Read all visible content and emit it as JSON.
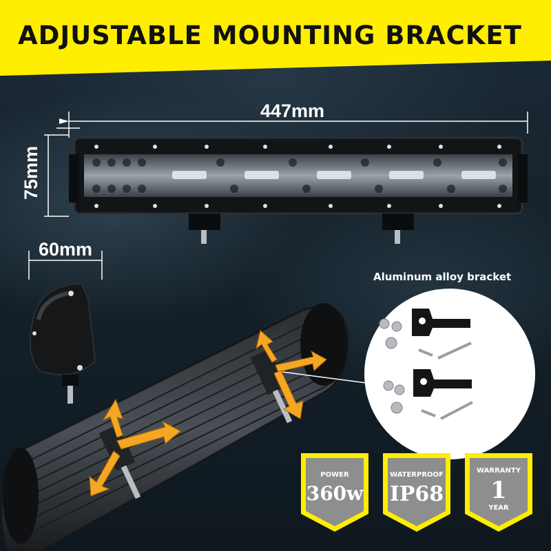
{
  "banner": {
    "title": "ADJUSTABLE MOUNTING BRACKET",
    "background": "#ffee00"
  },
  "dimensions": {
    "length": "447mm",
    "height": "75mm",
    "depth": "60mm"
  },
  "bracket_label": "Aluminum alloy bracket",
  "badges": [
    {
      "label": "POWER",
      "value": "360w",
      "icon": "shield-badge-icon"
    },
    {
      "label": "WATERPROOF",
      "value": "IP68",
      "icon": "shield-badge-icon"
    },
    {
      "label": "WARRANTY",
      "value": "1",
      "sub": "YEAR",
      "icon": "shield-badge-icon"
    }
  ],
  "colors": {
    "accent": "#ffee00",
    "arrow": "#f5a623",
    "badge_fill": "#8e8e8e"
  }
}
